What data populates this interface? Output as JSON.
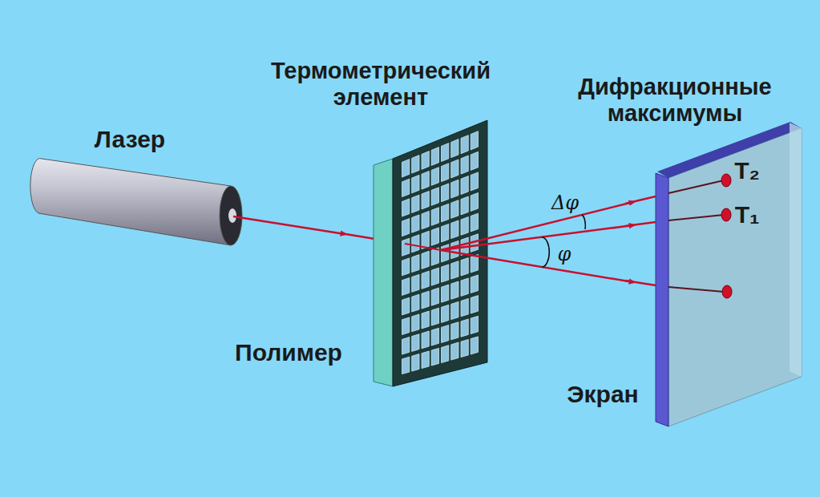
{
  "diagram": {
    "labels": [
      "Лазер",
      "Термометрический элемент",
      "Дифракционные максимумы",
      "Полимер",
      "Экран",
      "Δφ",
      "φ",
      "T₂",
      "T₁"
    ]
  }
}
